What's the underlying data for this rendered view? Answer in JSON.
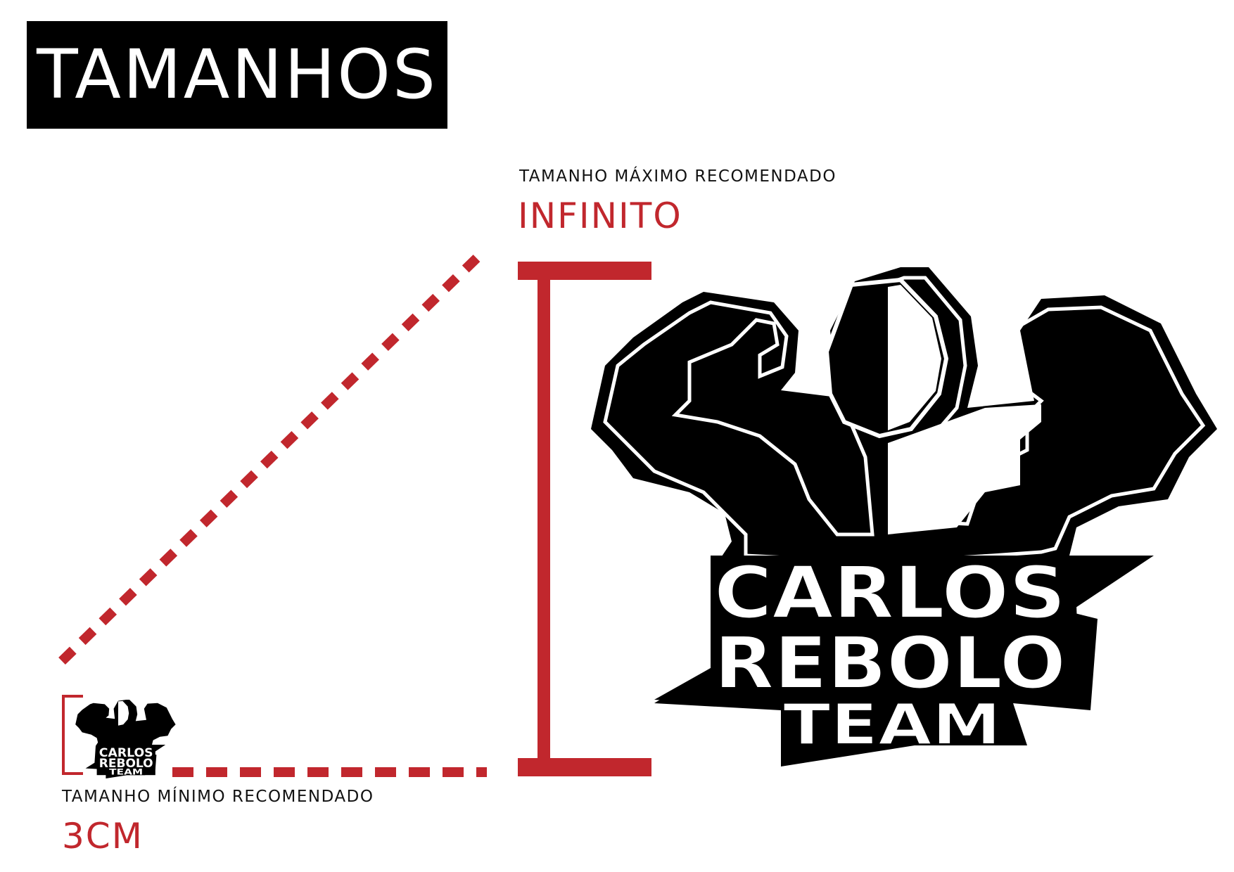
{
  "header": {
    "title": "TAMANHOS"
  },
  "max_size": {
    "label": "TAMANHO MÁXIMO RECOMENDADO",
    "value": "INFINITO"
  },
  "min_size": {
    "label": "TAMANHO MÍNIMO RECOMENDADO",
    "value": "3CM"
  },
  "logo": {
    "line1": "CARLOS",
    "line2": "REBOLO",
    "line3": "TEAM"
  },
  "colors": {
    "accent": "#c1272d",
    "ink": "#000000",
    "paper": "#ffffff"
  }
}
